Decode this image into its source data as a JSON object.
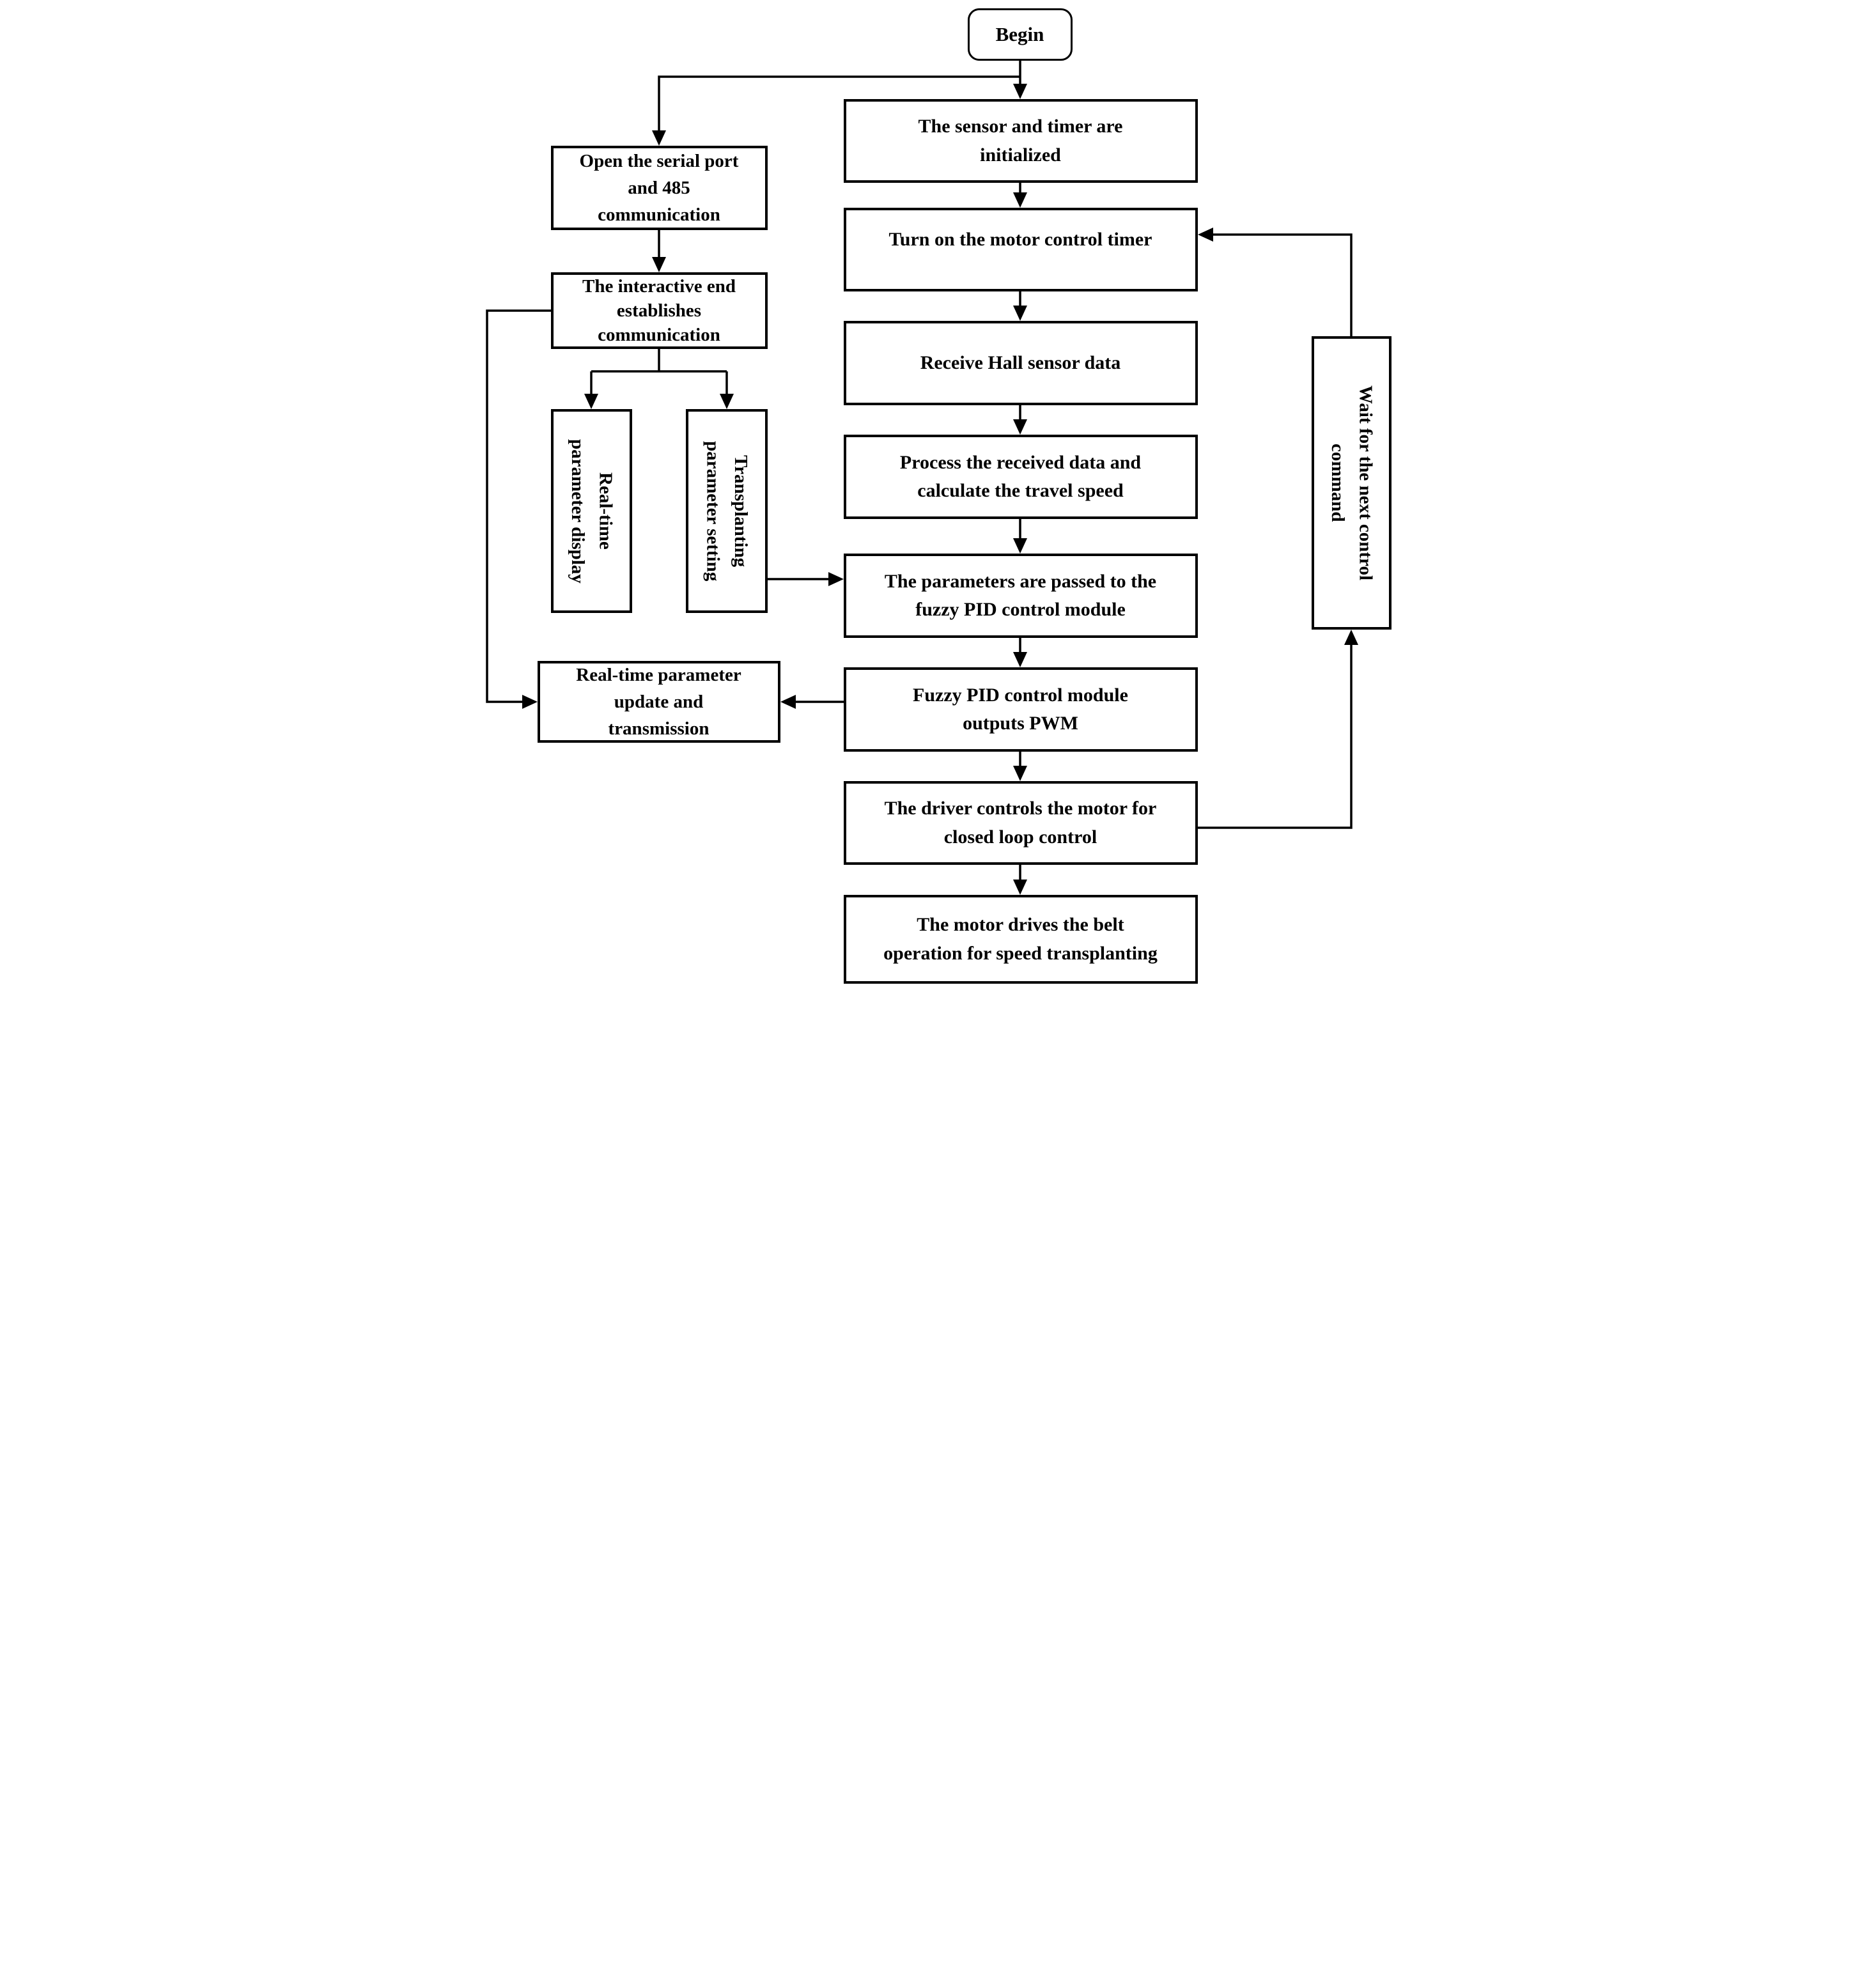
{
  "diagram": {
    "type": "flowchart",
    "background_color": "#ffffff",
    "line_color": "#000000",
    "text_color": "#000000",
    "box_fill": "#ffffff",
    "nodes": {
      "begin": {
        "label": "Begin",
        "shape": "rounded-rectangle"
      },
      "sensor_init": {
        "label": "The sensor and timer are\ninitialized",
        "shape": "rectangle"
      },
      "turn_on_timer": {
        "label": "Turn on the motor control timer",
        "shape": "rectangle"
      },
      "receive_hall": {
        "label": "Receive Hall sensor data",
        "shape": "rectangle"
      },
      "process_data": {
        "label": "Process the received data and\ncalculate the travel speed",
        "shape": "rectangle"
      },
      "params_passed": {
        "label": "The parameters are passed to the\nfuzzy PID control module",
        "shape": "rectangle"
      },
      "fuzzy_pid": {
        "label": "Fuzzy PID control module\noutputs PWM",
        "shape": "rectangle"
      },
      "driver_control": {
        "label": "The driver controls the motor for\nclosed loop control",
        "shape": "rectangle"
      },
      "motor_belt": {
        "label": "The motor drives the belt\noperation for speed transplanting",
        "shape": "rectangle"
      },
      "open_serial": {
        "label": "Open the serial port\nand 485\ncommunication",
        "shape": "rectangle"
      },
      "interactive_end": {
        "label": "The interactive end\nestablishes\ncommunication",
        "shape": "rectangle"
      },
      "realtime_display": {
        "label": "Real-time\nparameter display",
        "shape": "rectangle",
        "text_orientation": "vertical-rotated-90cw"
      },
      "transplant_setting": {
        "label": "Transplanting\nparameter setting",
        "shape": "rectangle",
        "text_orientation": "vertical-rotated-90cw"
      },
      "param_update": {
        "label": "Real-time parameter\nupdate and\ntransmission",
        "shape": "rectangle"
      },
      "wait_command": {
        "label": "Wait for the next control\ncommand",
        "shape": "rectangle",
        "text_orientation": "vertical-rotated-90cw"
      }
    },
    "edges": [
      {
        "from": "begin",
        "to": "sensor_init"
      },
      {
        "from": "begin",
        "to": "open_serial"
      },
      {
        "from": "open_serial",
        "to": "interactive_end"
      },
      {
        "from": "interactive_end",
        "to": "realtime_display"
      },
      {
        "from": "interactive_end",
        "to": "transplant_setting"
      },
      {
        "from": "interactive_end",
        "to": "param_update"
      },
      {
        "from": "transplant_setting",
        "to": "params_passed"
      },
      {
        "from": "sensor_init",
        "to": "turn_on_timer"
      },
      {
        "from": "turn_on_timer",
        "to": "receive_hall"
      },
      {
        "from": "receive_hall",
        "to": "process_data"
      },
      {
        "from": "process_data",
        "to": "params_passed"
      },
      {
        "from": "params_passed",
        "to": "fuzzy_pid"
      },
      {
        "from": "fuzzy_pid",
        "to": "param_update"
      },
      {
        "from": "fuzzy_pid",
        "to": "driver_control"
      },
      {
        "from": "driver_control",
        "to": "motor_belt"
      },
      {
        "from": "driver_control",
        "to": "wait_command"
      },
      {
        "from": "wait_command",
        "to": "turn_on_timer"
      }
    ]
  }
}
